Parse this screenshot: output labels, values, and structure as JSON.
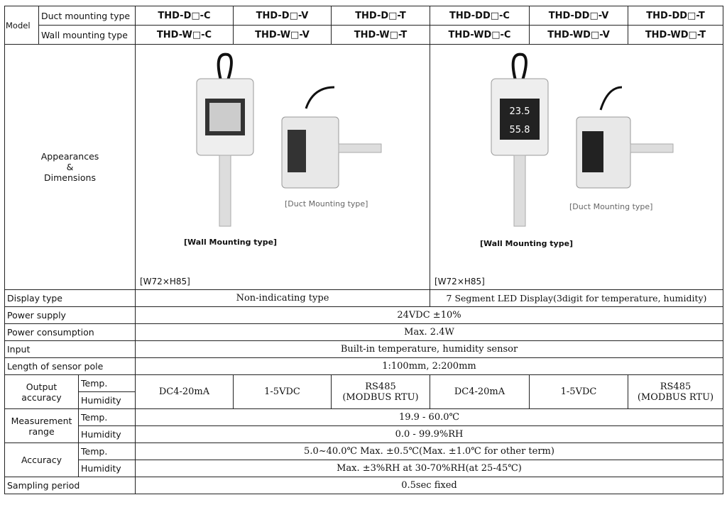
{
  "model": {
    "label": "Model",
    "duct_label": "Duct mounting type",
    "wall_label": "Wall mounting type",
    "duct": [
      "THD-D□-C",
      "THD-D□-V",
      "THD-D□-T",
      "THD-DD□-C",
      "THD-DD□-V",
      "THD-DD□-T"
    ],
    "wall": [
      "THD-W□-C",
      "THD-W□-V",
      "THD-W□-T",
      "THD-WD□-C",
      "THD-WD□-V",
      "THD-WD□-T"
    ]
  },
  "appearance": {
    "label_1": "Appearances",
    "label_2": "&",
    "label_3": "Dimensions",
    "left": {
      "duct_caption": "[Duct Mounting type]",
      "wall_caption": "[Wall Mounting type]",
      "dimension": "[W72×H85]"
    },
    "right": {
      "duct_caption": "[Duct Mounting type]",
      "wall_caption": "[Wall Mounting type]",
      "dimension": "[W72×H85]",
      "display_top": "23.5",
      "display_bottom": "55.8"
    }
  },
  "rows": {
    "display_type": {
      "label": "Display type",
      "left": "Non-indicating type",
      "right": "7 Segment LED Display(3digit for temperature, humidity)"
    },
    "power_supply": {
      "label": "Power supply",
      "value": "24VDC ±10%"
    },
    "power_consumption": {
      "label": "Power consumption",
      "value": "Max. 2.4W"
    },
    "input": {
      "label": "Input",
      "value": "Built-in temperature, humidity sensor"
    },
    "sensor_pole": {
      "label": "Length of sensor pole",
      "value": "1:100mm, 2:200mm"
    },
    "output": {
      "label_1": "Output",
      "label_2": "accuracy",
      "temp": "Temp.",
      "humidity": "Humidity",
      "values": [
        "DC4-20mA",
        "1-5VDC",
        "RS485",
        "(MODBUS RTU)",
        "DC4-20mA",
        "1-5VDC",
        "RS485",
        "(MODBUS RTU)"
      ]
    },
    "measurement": {
      "label_1": "Measurement",
      "label_2": "range",
      "temp": "Temp.",
      "humidity": "Humidity",
      "temp_value": "19.9 - 60.0℃",
      "humidity_value": "0.0 - 99.9%RH"
    },
    "accuracy": {
      "label": "Accuracy",
      "temp": "Temp.",
      "humidity": "Humidity",
      "temp_value": "5.0~40.0℃ Max. ±0.5℃(Max. ±1.0℃ for other term)",
      "humidity_value": "Max. ±3%RH at 30-70%RH(at 25-45℃)"
    },
    "sampling": {
      "label": "Sampling period",
      "value": "0.5sec fixed"
    }
  }
}
